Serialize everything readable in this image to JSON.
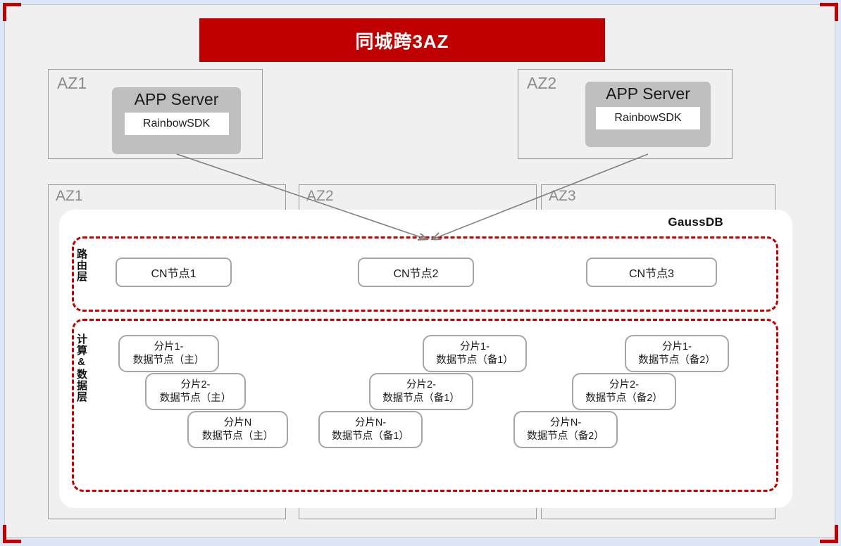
{
  "title": "同城跨3AZ",
  "app_tier": {
    "zones": [
      {
        "az_label": "AZ1",
        "server_title": "APP Server",
        "sdk_label": "RainbowSDK"
      },
      {
        "az_label": "AZ2",
        "server_title": "APP Server",
        "sdk_label": "RainbowSDK"
      }
    ]
  },
  "db_tier": {
    "product_label": "GaussDB",
    "zones": [
      {
        "az_label": "AZ1"
      },
      {
        "az_label": "AZ2"
      },
      {
        "az_label": "AZ3"
      }
    ],
    "routing_layer": {
      "label": "路由层",
      "nodes": [
        {
          "name": "CN节点1"
        },
        {
          "name": "CN节点2"
        },
        {
          "name": "CN节点3"
        }
      ]
    },
    "data_layer": {
      "label": "计算&数据层",
      "columns": [
        {
          "role": "主",
          "shards": [
            {
              "line1": "分片1-",
              "line2": "数据节点（主）"
            },
            {
              "line1": "分片2-",
              "line2": "数据节点（主）"
            },
            {
              "line1": "分片N",
              "line2": "数据节点（主）"
            }
          ]
        },
        {
          "role": "备1",
          "shards": [
            {
              "line1": "分片1-",
              "line2": "数据节点（备1）"
            },
            {
              "line1": "分片2-",
              "line2": "数据节点（备1）"
            },
            {
              "line1": "分片N-",
              "line2": "数据节点（备1）"
            }
          ]
        },
        {
          "role": "备2",
          "shards": [
            {
              "line1": "分片1-",
              "line2": "数据节点（备2）"
            },
            {
              "line1": "分片2-",
              "line2": "数据节点（备2）"
            },
            {
              "line1": "分片N-",
              "line2": "数据节点（备2）"
            }
          ]
        }
      ]
    }
  },
  "colors": {
    "brand_red": "#c00000",
    "panel_bg": "#f0f0f0",
    "page_bg": "#dce6f6",
    "node_border": "#a6a6a6",
    "app_server_bg": "#bfbfbf",
    "az_label": "#8c8c8c",
    "connector": "#7f7f7f"
  }
}
